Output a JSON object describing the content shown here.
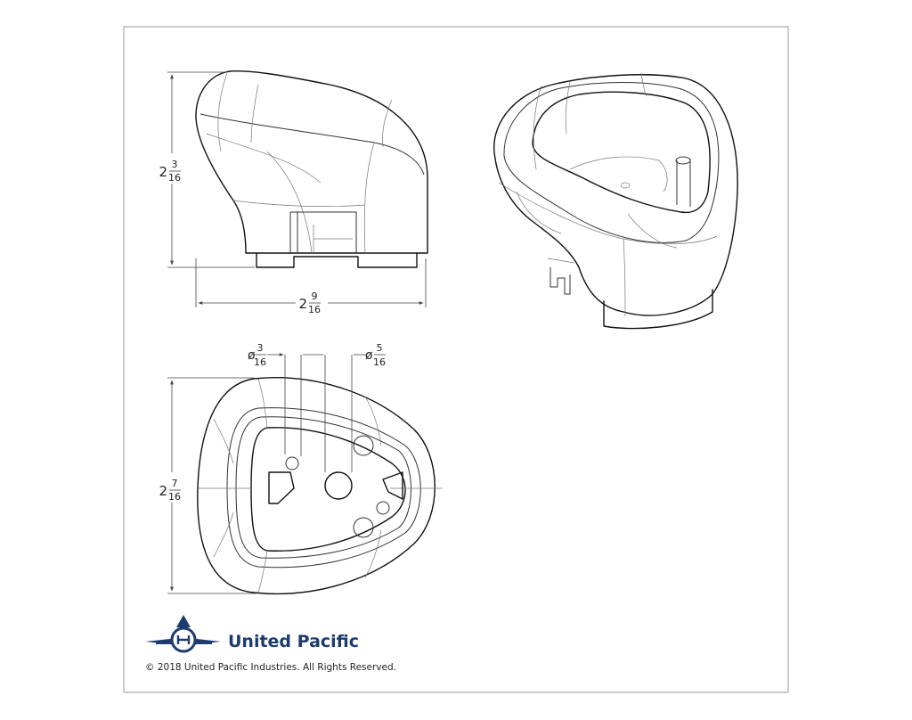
{
  "dimensions": {
    "height_side": {
      "whole": "2",
      "num": "3",
      "den": "16"
    },
    "width_side": {
      "whole": "2",
      "num": "9",
      "den": "16"
    },
    "height_top": {
      "whole": "2",
      "num": "7",
      "den": "16"
    },
    "hole_small": {
      "prefix": "ø",
      "num": "3",
      "den": "16"
    },
    "hole_large": {
      "prefix": "ø",
      "num": "5",
      "den": "16"
    }
  },
  "brand": {
    "name": "United Pacific",
    "color": "#1d3b6e"
  },
  "copyright": "© 2018 United Pacific Industries. All Rights Reserved."
}
